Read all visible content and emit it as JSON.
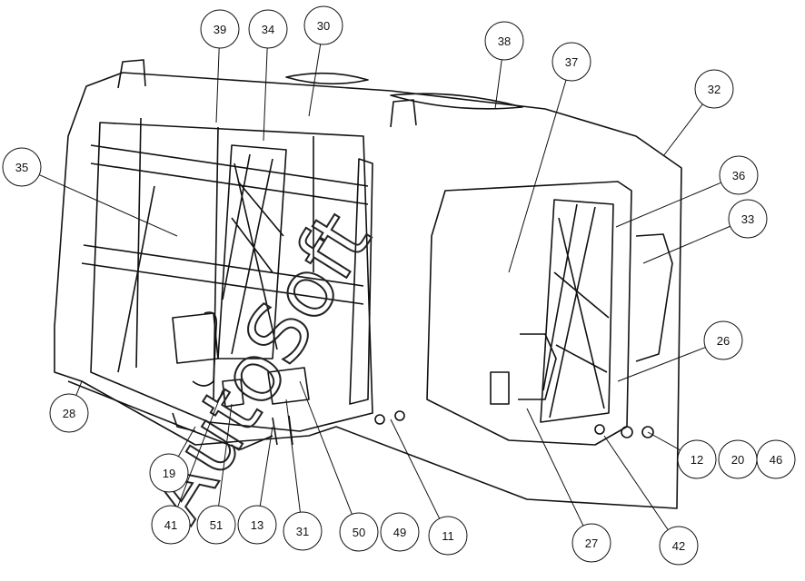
{
  "diagram": {
    "watermark": "AutoSoft",
    "line_color": "#111111",
    "callouts": [
      "39",
      "34",
      "30",
      "38",
      "37",
      "32",
      "35",
      "36",
      "33",
      "26",
      "28",
      "12",
      "20",
      "46",
      "19",
      "41",
      "51",
      "13",
      "31",
      "50",
      "49",
      "11",
      "27",
      "42"
    ]
  }
}
